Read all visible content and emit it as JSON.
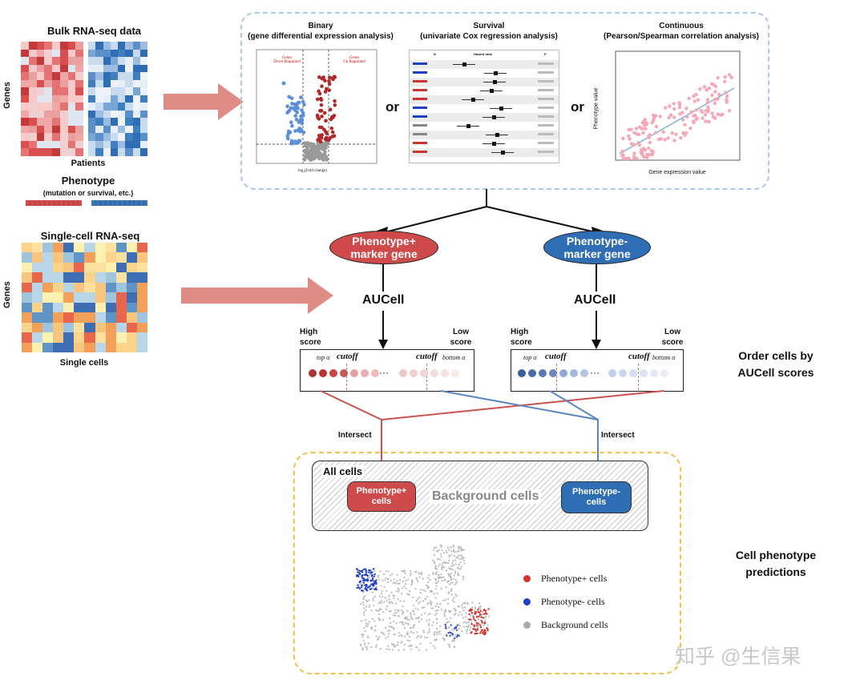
{
  "bulk": {
    "title": "Bulk RNA-seq data",
    "y_label": "Genes",
    "x_label": "Patients",
    "phenotype_title": "Phenotype",
    "phenotype_sub": "(mutation or survival, etc.)"
  },
  "single": {
    "title": "Single-cell RNA-seq",
    "y_label": "Genes",
    "x_label": "Single cells"
  },
  "analyses": {
    "binary_title": "Binary",
    "binary_sub": "(gene differential expression analysis)",
    "survival_title": "Survival",
    "survival_sub": "(univariate Cox regression analysis)",
    "continuous_title": "Continuous",
    "continuous_sub": "(Pearson/Spearman correlation analysis)",
    "or1": "or",
    "or2": "or",
    "volcano_down": "Genes\nDown Regulated",
    "volcano_up": "Genes\nUp Regulated",
    "volcano_xlabel": "log₂(Fold change)",
    "scatter_xlabel": "Gene expression value",
    "scatter_ylabel": "Phenotype value",
    "forest_header": "Hazard ratio",
    "forest_n": "N",
    "forest_p": "P"
  },
  "markers": {
    "pos": "Phenotype+\nmarker gene",
    "neg": "Phenotype-\nmarker gene"
  },
  "aucell": {
    "left": "AUCell",
    "right": "AUCell"
  },
  "score": {
    "high": "High\nscore",
    "low": "Low\nscore",
    "top_alpha": "top α",
    "bottom_alpha": "bottom α",
    "cutoff": "cutoff",
    "ellipsis": "···"
  },
  "order_label": "Order cells by\nAUCell scores",
  "intersect": {
    "left": "Intersect",
    "right": "Intersect"
  },
  "cells": {
    "all": "All cells",
    "background": "Background cells",
    "pos": "Phenotype+\ncells",
    "neg": "Phenotype-\ncells"
  },
  "prediction_label": "Cell phenotype\npredictions",
  "legend": {
    "pos": "Phenotype+ cells",
    "neg": "Phenotype- cells",
    "bg": "Background cells"
  },
  "watermark": "知乎 @生信果",
  "colors": {
    "red": "#cf4a4a",
    "blue": "#2f6db5",
    "arrow": "#e08c86",
    "red_line": "#c9524f",
    "blue_line": "#5b86c2"
  }
}
